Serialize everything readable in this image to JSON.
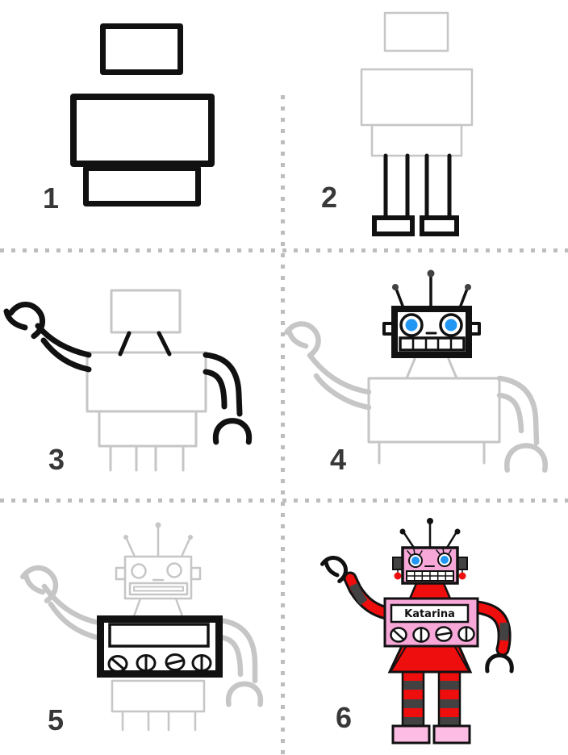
{
  "steps": [
    {
      "label": "1"
    },
    {
      "label": "2"
    },
    {
      "label": "3"
    },
    {
      "label": "4"
    },
    {
      "label": "5"
    },
    {
      "label": "6"
    }
  ],
  "nameplate": {
    "text": "Katarina"
  },
  "colors": {
    "ink": "#111111",
    "guide": "#c6c6c6",
    "number": "#383838",
    "divider": "#bdbdbd",
    "red": "#ee0e0e",
    "pink": "#f7a8d8",
    "pink_light": "#fdbce4",
    "dark_gray": "#424242",
    "blue": "#2196f3"
  }
}
